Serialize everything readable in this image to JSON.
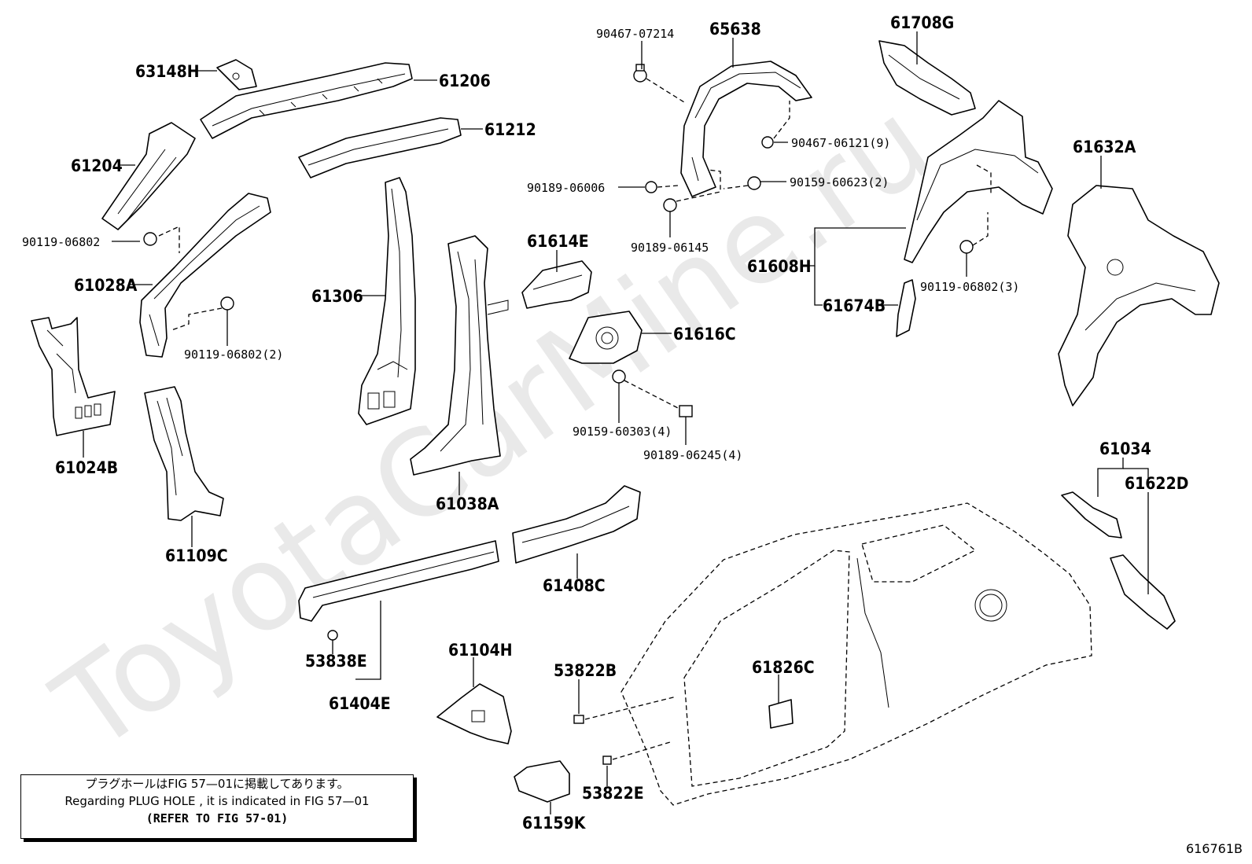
{
  "watermark": "ToyotaCarMine.ru",
  "figure_code": "616761B",
  "note": {
    "line1": "プラグホールはFIG 57—01に掲載してあります。",
    "line2": "Regarding PLUG HOLE , it is indicated in FIG 57—01",
    "line3": "(REFER TO FIG 57-01)"
  },
  "parts": [
    "63148H",
    "61206",
    "61212",
    "61204",
    "90119-06802",
    "61028A",
    "90119-06802(2)",
    "61024B",
    "61109C",
    "61306",
    "61038A",
    "61614E",
    "90467-07214",
    "65638",
    "90467-06121(9)",
    "90189-06006",
    "90159-60623(2)",
    "90189-06145",
    "61616C",
    "90159-60303(4)",
    "90189-06245(4)",
    "61708G",
    "61632A",
    "61608H",
    "61674B",
    "90119-06802(3)",
    "61034",
    "61622D",
    "61408C",
    "61404E",
    "53838E",
    "61104H",
    "53822B",
    "53822E",
    "61159K",
    "61826C"
  ]
}
